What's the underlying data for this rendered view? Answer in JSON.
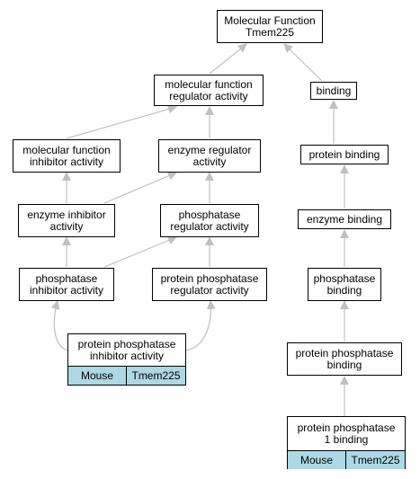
{
  "nodes": {
    "mf_tmem225": "Molecular Function\nTmem225",
    "mf_regulator": "molecular function\nregulator activity",
    "binding": "binding",
    "mf_inhibitor": "molecular function\ninhibitor activity",
    "enzyme_regulator": "enzyme regulator\nactivity",
    "protein_binding": "protein binding",
    "enzyme_inhibitor": "enzyme inhibitor\nactivity",
    "phosphatase_regulator": "phosphatase\nregulator activity",
    "enzyme_binding": "enzyme binding",
    "phosphatase_inhibitor": "phosphatase\ninhibitor activity",
    "pp_regulator": "protein phosphatase\nregulator activity",
    "phosphatase_binding": "phosphatase\nbinding",
    "pp_binding": "protein phosphatase\nbinding",
    "pp_inhibitor": {
      "title": "protein phosphatase\ninhibitor activity",
      "species": "Mouse",
      "gene": "Tmem225"
    },
    "pp1_binding": {
      "title": "protein phosphatase\n1 binding",
      "species": "Mouse",
      "gene": "Tmem225"
    }
  },
  "colors": {
    "edge": "#c0c0c0",
    "gene_cell": "#add8e6",
    "border": "#000000"
  }
}
